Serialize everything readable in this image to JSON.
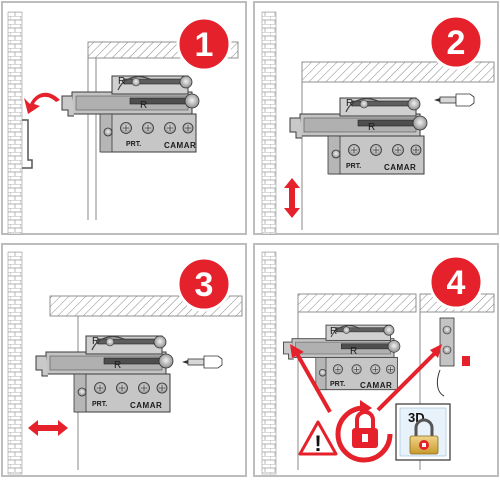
{
  "steps": [
    {
      "number": "1",
      "plate": {
        "prt": "PRT.",
        "brand": "CAMAR",
        "r_marks": [
          "R",
          "R"
        ]
      }
    },
    {
      "number": "2",
      "plate": {
        "prt": "PRT.",
        "brand": "CAMAR",
        "r_marks": [
          "R",
          "R"
        ]
      }
    },
    {
      "number": "3",
      "plate": {
        "prt": "PRT.",
        "brand": "CAMAR",
        "r_marks": [
          "R",
          "R"
        ]
      }
    },
    {
      "number": "4",
      "plate": {
        "prt": "PRT.",
        "brand": "CAMAR",
        "r_marks": [
          "R",
          "R"
        ]
      }
    }
  ],
  "safety": {
    "warning_symbol": "!",
    "lock_badge": "3D"
  },
  "colors": {
    "badge_red": "#e5222b",
    "frame_gray": "#b5b5b5",
    "metal": "#a7a7a7",
    "dark_metal": "#7a7a7a",
    "arrow_red": "#e5222b"
  }
}
